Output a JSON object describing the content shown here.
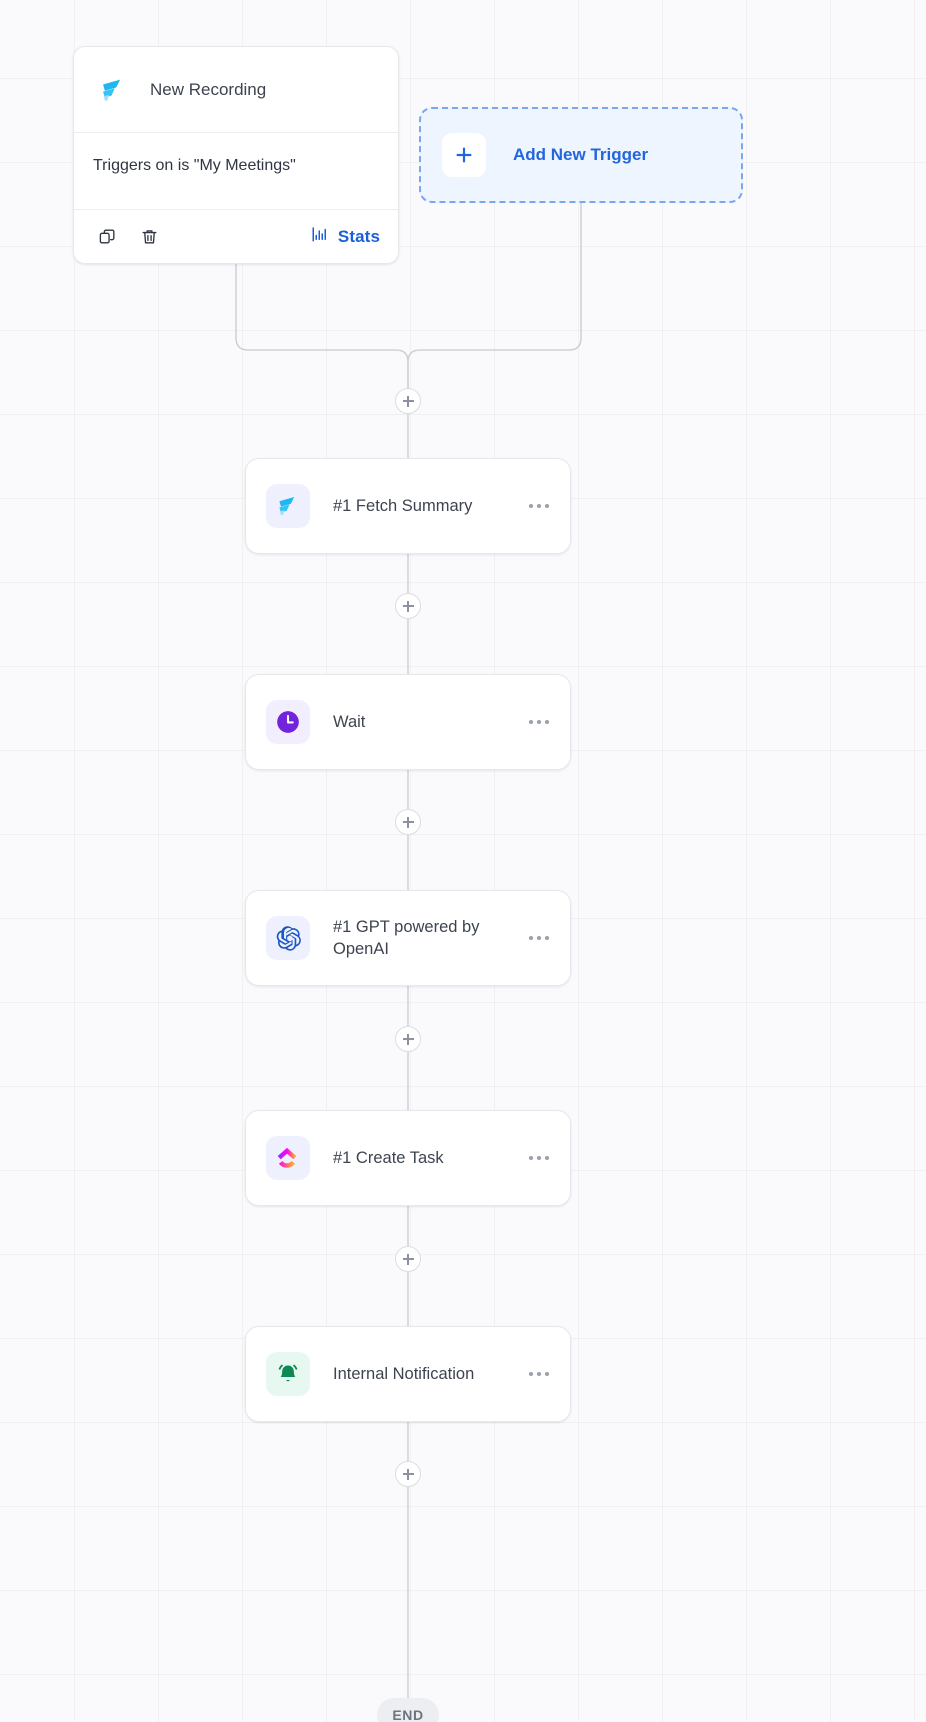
{
  "canvas": {
    "background_color": "#fafafc",
    "grid_color": "#f0f0f3"
  },
  "trigger": {
    "icon": "fireflies-logo-icon",
    "title": "New Recording",
    "description": "Triggers on is \"My Meetings\"",
    "actions": {
      "duplicate_icon": "copy-icon",
      "delete_icon": "trash-icon",
      "stats_icon": "bar-chart-icon",
      "stats_label": "Stats",
      "stats_color": "#1b5fd9"
    }
  },
  "add_trigger": {
    "icon": "plus-icon",
    "label": "Add New Trigger",
    "accent_color": "#2266dd",
    "background_color": "#eff5fe",
    "border_color": "#7aa6ef"
  },
  "nodes": [
    {
      "icon": "fireflies-logo-icon",
      "label": "#1 Fetch Summary",
      "tile": "tile-lavender",
      "menu_icon": "ellipsis-icon"
    },
    {
      "icon": "clock-icon",
      "label": "Wait",
      "tile": "tile-violet",
      "menu_icon": "ellipsis-icon"
    },
    {
      "icon": "openai-logo-icon",
      "label": "#1 GPT powered by OpenAI",
      "tile": "tile-lavender",
      "menu_icon": "ellipsis-icon"
    },
    {
      "icon": "clickup-logo-icon",
      "label": "#1 Create Task",
      "tile": "tile-lavender",
      "menu_icon": "ellipsis-icon"
    },
    {
      "icon": "bell-icon",
      "label": "Internal Notification",
      "tile": "tile-mint",
      "menu_icon": "ellipsis-icon"
    }
  ],
  "add_step_buttons": [
    {
      "name": "add-step-after-trigger"
    },
    {
      "name": "add-step-after-fetch-summary"
    },
    {
      "name": "add-step-after-wait"
    },
    {
      "name": "add-step-after-gpt"
    },
    {
      "name": "add-step-after-create-task"
    },
    {
      "name": "add-step-after-notification"
    }
  ],
  "end": {
    "label": "END"
  }
}
